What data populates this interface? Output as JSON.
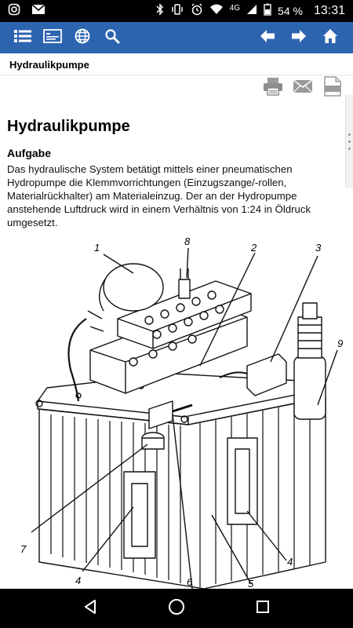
{
  "status_bar": {
    "network_label": "4G",
    "battery": "54 %",
    "time": "13:31"
  },
  "toolbar": {
    "icons": [
      "list-icon",
      "catalog-icon",
      "globe-icon",
      "search-icon",
      "back-arrow-icon",
      "forward-arrow-icon",
      "home-icon"
    ]
  },
  "page": {
    "header_title": "Hydraulikpumpe",
    "title": "Hydraulikpumpe",
    "section_title": "Aufgabe",
    "body": "Das hydraulische System betätigt mittels einer pneumatischen Hydropumpe die Klemmvorrichtungen (Einzugszange/-rollen, Materialrückhalter) am Materialeinzug. Der an der Hydropumpe anstehende Luftdruck wird in einem Verhältnis von 1:24 in Öldruck umgesetzt."
  },
  "figure": {
    "labels": [
      "1",
      "8",
      "2",
      "3",
      "9",
      "7",
      "4",
      "6",
      "5",
      "4"
    ]
  }
}
